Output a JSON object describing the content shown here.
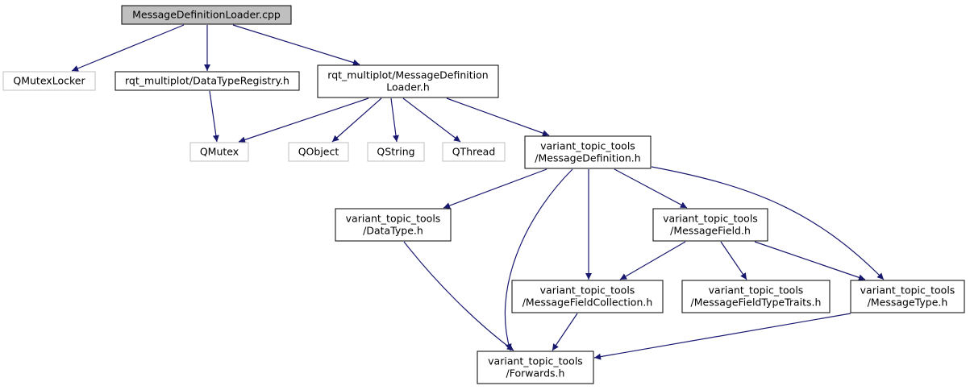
{
  "colors": {
    "edge": "#191970",
    "root_fill": "#bfbfbf",
    "box_border": "#000000",
    "external_border": "#bfbfbf",
    "background": "#ffffff"
  },
  "nodes": {
    "root": {
      "lines": [
        "MessageDefinitionLoader.cpp"
      ],
      "kind": "root"
    },
    "qmutexlocker": {
      "lines": [
        "QMutexLocker"
      ],
      "kind": "external"
    },
    "datatyperegistry": {
      "lines": [
        "rqt_multiplot/DataTypeRegistry.h"
      ],
      "kind": "internal"
    },
    "mdl_h": {
      "lines": [
        "rqt_multiplot/MessageDefinition",
        "Loader.h"
      ],
      "kind": "internal"
    },
    "qmutex": {
      "lines": [
        "QMutex"
      ],
      "kind": "external"
    },
    "qobject": {
      "lines": [
        "QObject"
      ],
      "kind": "external"
    },
    "qstring": {
      "lines": [
        "QString"
      ],
      "kind": "external"
    },
    "qthread": {
      "lines": [
        "QThread"
      ],
      "kind": "external"
    },
    "msgdef": {
      "lines": [
        "variant_topic_tools",
        "/MessageDefinition.h"
      ],
      "kind": "internal"
    },
    "datatype": {
      "lines": [
        "variant_topic_tools",
        "/DataType.h"
      ],
      "kind": "internal"
    },
    "msgfield": {
      "lines": [
        "variant_topic_tools",
        "/MessageField.h"
      ],
      "kind": "internal"
    },
    "msgfieldcoll": {
      "lines": [
        "variant_topic_tools",
        "/MessageFieldCollection.h"
      ],
      "kind": "internal"
    },
    "msgfieldtraits": {
      "lines": [
        "variant_topic_tools",
        "/MessageFieldTypeTraits.h"
      ],
      "kind": "internal"
    },
    "msgtype": {
      "lines": [
        "variant_topic_tools",
        "/MessageType.h"
      ],
      "kind": "internal"
    },
    "forwards": {
      "lines": [
        "variant_topic_tools",
        "/Forwards.h"
      ],
      "kind": "internal"
    }
  },
  "edges": [
    [
      "root",
      "qmutexlocker"
    ],
    [
      "root",
      "datatyperegistry"
    ],
    [
      "root",
      "mdl_h"
    ],
    [
      "datatyperegistry",
      "qmutex"
    ],
    [
      "mdl_h",
      "qmutex"
    ],
    [
      "mdl_h",
      "qobject"
    ],
    [
      "mdl_h",
      "qstring"
    ],
    [
      "mdl_h",
      "qthread"
    ],
    [
      "mdl_h",
      "msgdef"
    ],
    [
      "msgdef",
      "datatype"
    ],
    [
      "msgdef",
      "forwards"
    ],
    [
      "msgdef",
      "msgfieldcoll"
    ],
    [
      "msgdef",
      "msgfield"
    ],
    [
      "msgdef",
      "msgtype"
    ],
    [
      "datatype",
      "forwards"
    ],
    [
      "msgfield",
      "msgfieldcoll"
    ],
    [
      "msgfield",
      "msgfieldtraits"
    ],
    [
      "msgfield",
      "msgtype"
    ],
    [
      "msgfieldcoll",
      "forwards"
    ],
    [
      "msgtype",
      "forwards"
    ]
  ]
}
